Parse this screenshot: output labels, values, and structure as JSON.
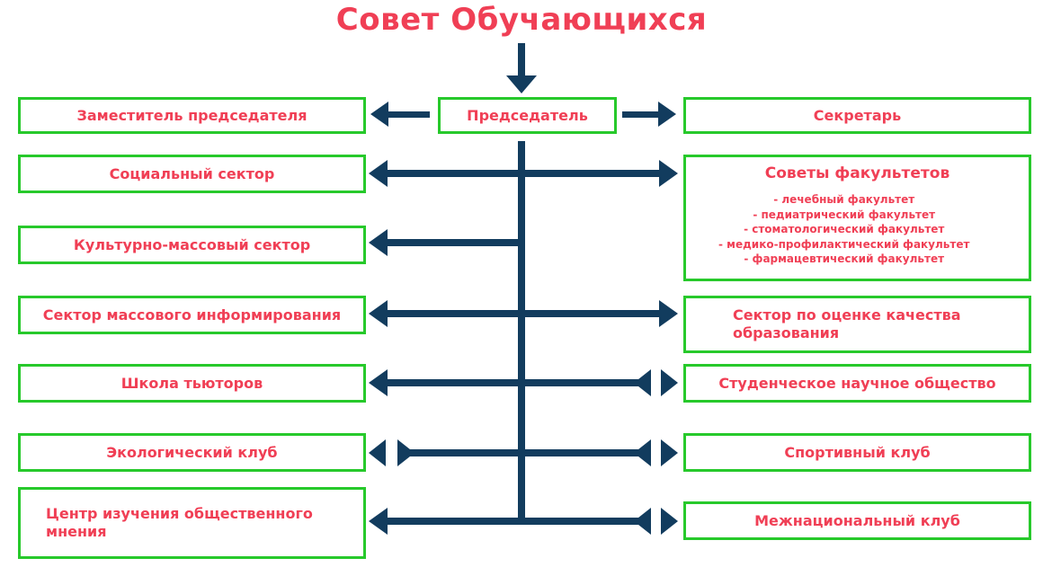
{
  "title": "Совет Обучающихся",
  "chairman": "Председатель",
  "left_boxes": [
    "Заместитель председателя",
    "Социальный сектор",
    "Культурно-массовый сектор",
    "Сектор массового информирования",
    "Школа тьюторов",
    "Экологический клуб",
    "Центр изучения общественного мнения"
  ],
  "right_boxes": {
    "secretary": "Секретарь",
    "faculty_councils": {
      "title": "Советы факультетов",
      "items": [
        "- лечебный факультет",
        "- педиатрический факультет",
        "- стоматологический факультет",
        "- медико-профилактический факультет",
        "- фармацевтический факультет"
      ]
    },
    "quality": "Сектор по оценке качества образования",
    "student_society": "Студенческое научное общество",
    "sport_club": "Спортивный клуб",
    "international_club": "Межнациональный клуб"
  },
  "colors": {
    "title": "#f03f55",
    "box_border": "#27c92b",
    "box_text": "#f03f55",
    "connector": "#123c5e"
  }
}
